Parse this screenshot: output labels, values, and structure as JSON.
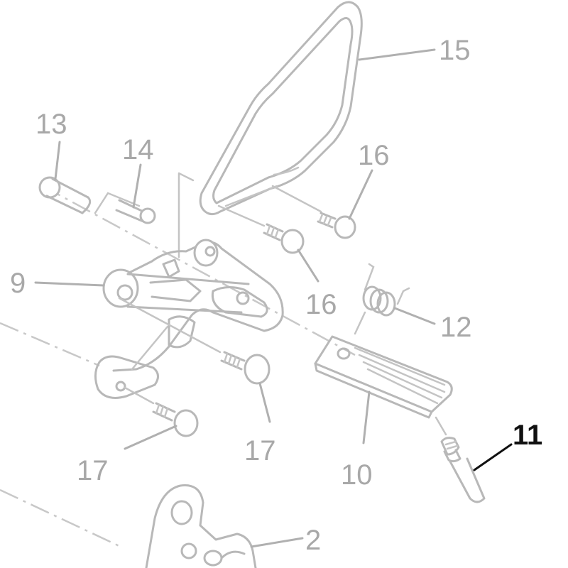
{
  "diagram": {
    "type": "exploded-parts-view",
    "highlighted_callout": "11",
    "colors": {
      "parts": "#b8b8b8",
      "labels": "#a8a8a8",
      "highlight": "#111111",
      "background": "#ffffff"
    },
    "callouts": {
      "c15": "15",
      "c13": "13",
      "c14": "14",
      "c16a": "16",
      "c16b": "16",
      "c9": "9",
      "c12": "12",
      "c17a": "17",
      "c17b": "17",
      "c10": "10",
      "c11": "11",
      "c2": "2"
    }
  }
}
